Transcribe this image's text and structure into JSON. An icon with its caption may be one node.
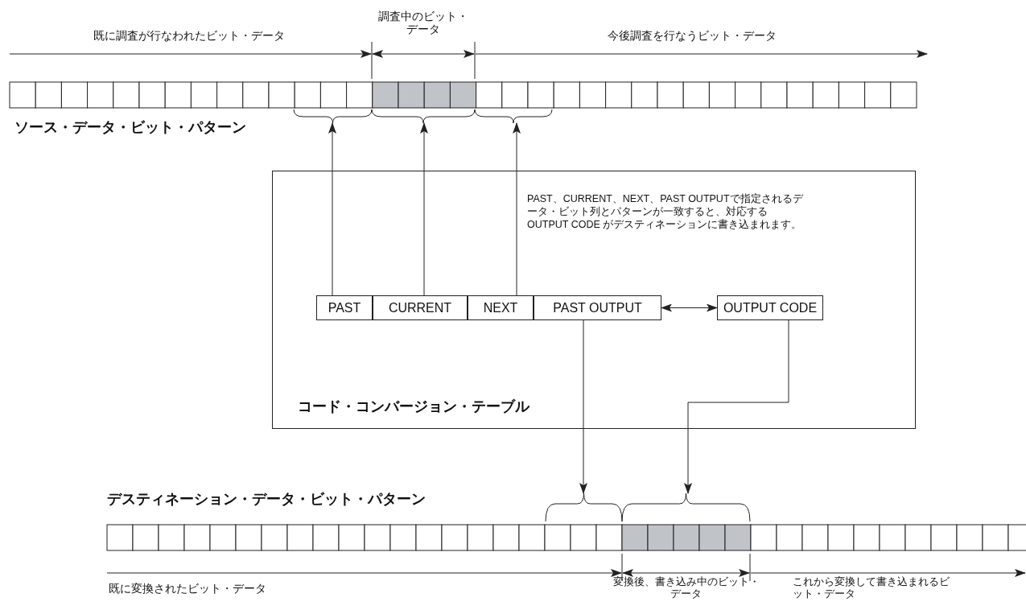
{
  "diagram": {
    "nodes": [
      {
        "text": [
          "PAST、CURRENT、NEXT、PAST OUTPUTで指定されるデータ・ビット列とパターンが一致すると、対応するOUTPUT CODE がデスティネーションに書き込まれます。",
          "コード・コンバージョン・テーブル"
        ]
      },
      {
        "text": [
          "PAST"
        ],
        "in": 0
      },
      {
        "text": [
          "CURRENT"
        ],
        "in": 0
      },
      {
        "text": [
          "NEXT"
        ],
        "in": 0
      },
      {
        "text": [
          "PAST OUTPUT"
        ],
        "in": 0
      },
      {
        "text": [
          "OUTPUT CODE"
        ],
        "in": 0
      },
      {
        "text": [],
        "shape": "brace"
      },
      {
        "text": [],
        "shape": "brace"
      },
      {
        "text": [],
        "shape": "brace"
      },
      {
        "text": [],
        "shape": "brace"
      },
      {
        "text": [],
        "shape": "brace"
      }
    ],
    "edges": [
      {
        "from": 1,
        "to": 6,
        "arrow": "to"
      },
      {
        "from": 2,
        "to": 7,
        "arrow": "to"
      },
      {
        "from": 3,
        "to": 8,
        "arrow": "to"
      },
      {
        "from": 4,
        "to": 5,
        "arrow": "both"
      },
      {
        "from": 4,
        "to": 9,
        "arrow": "to"
      },
      {
        "from": 5,
        "to": 10,
        "arrow": "to"
      }
    ],
    "labels": [
      "調査中のビット・データ",
      "既に調査が行なわれたビット・データ",
      "今後調査を行なうビット・データ",
      "ソース・データ・ビット・パターン",
      "デスティネーション・データ・ビット・パターン",
      "既に変換されたビット・データ",
      "変換後、書き込み中のビット・データ",
      "これから変換して書き込まれるビット・データ"
    ]
  }
}
